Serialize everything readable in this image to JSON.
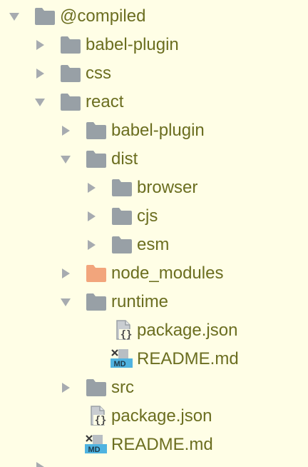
{
  "colors": {
    "background": "#FFFEE6",
    "text": "#6B6E20",
    "folder": "#98A0A6",
    "special_folder": "#F2A57C",
    "arrow": "#A7ABB0",
    "md_badge": "#4FB3E0"
  },
  "tree": [
    {
      "label": "@compiled",
      "depth": 0,
      "kind": "folder",
      "expanded": true
    },
    {
      "label": "babel-plugin",
      "depth": 1,
      "kind": "folder",
      "expanded": false
    },
    {
      "label": "css",
      "depth": 1,
      "kind": "folder",
      "expanded": false
    },
    {
      "label": "react",
      "depth": 1,
      "kind": "folder",
      "expanded": true
    },
    {
      "label": "babel-plugin",
      "depth": 2,
      "kind": "folder",
      "expanded": false
    },
    {
      "label": "dist",
      "depth": 2,
      "kind": "folder",
      "expanded": true
    },
    {
      "label": "browser",
      "depth": 3,
      "kind": "folder",
      "expanded": false
    },
    {
      "label": "cjs",
      "depth": 3,
      "kind": "folder",
      "expanded": false
    },
    {
      "label": "esm",
      "depth": 3,
      "kind": "folder",
      "expanded": false
    },
    {
      "label": "node_modules",
      "depth": 2,
      "kind": "special-folder",
      "expanded": false
    },
    {
      "label": "runtime",
      "depth": 2,
      "kind": "folder",
      "expanded": true
    },
    {
      "label": "package.json",
      "depth": 3,
      "kind": "json-file"
    },
    {
      "label": "README.md",
      "depth": 3,
      "kind": "md-file"
    },
    {
      "label": "src",
      "depth": 2,
      "kind": "folder",
      "expanded": false
    },
    {
      "label": "package.json",
      "depth": 2,
      "kind": "json-file"
    },
    {
      "label": "README.md",
      "depth": 2,
      "kind": "md-file"
    }
  ],
  "icons": {
    "folder": "folder-icon",
    "special_folder": "node-modules-folder-icon",
    "json": "json-file-icon",
    "md": "markdown-file-icon",
    "expanded": "chevron-down-icon",
    "collapsed": "chevron-right-icon",
    "md_badge_text": "MD",
    "json_badge_text": "{}"
  }
}
